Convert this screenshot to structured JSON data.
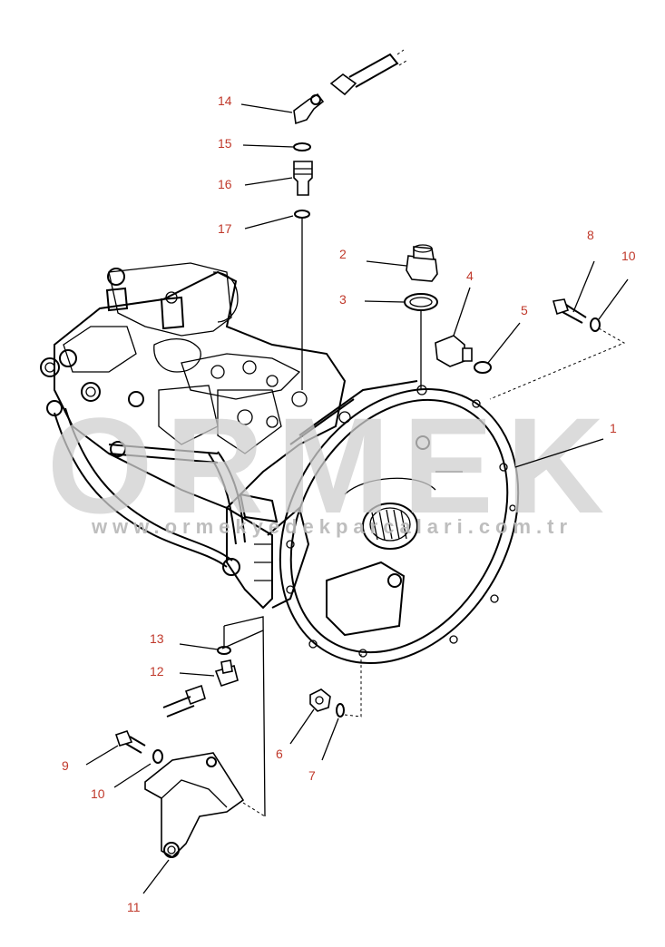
{
  "watermark": {
    "brand": "ORMEK",
    "url": "www.ormekyedekparcalari.com.tr"
  },
  "callouts": [
    {
      "id": "callout-14",
      "label": "14"
    },
    {
      "id": "callout-15",
      "label": "15"
    },
    {
      "id": "callout-16",
      "label": "16"
    },
    {
      "id": "callout-17",
      "label": "17"
    },
    {
      "id": "callout-2",
      "label": "2"
    },
    {
      "id": "callout-3",
      "label": "3"
    },
    {
      "id": "callout-4",
      "label": "4"
    },
    {
      "id": "callout-5",
      "label": "5"
    },
    {
      "id": "callout-8",
      "label": "8"
    },
    {
      "id": "callout-10a",
      "label": "10"
    },
    {
      "id": "callout-1",
      "label": "1"
    },
    {
      "id": "callout-13",
      "label": "13"
    },
    {
      "id": "callout-12",
      "label": "12"
    },
    {
      "id": "callout-9",
      "label": "9"
    },
    {
      "id": "callout-10b",
      "label": "10"
    },
    {
      "id": "callout-6",
      "label": "6"
    },
    {
      "id": "callout-7",
      "label": "7"
    },
    {
      "id": "callout-11",
      "label": "11"
    }
  ],
  "colors": {
    "callout": "#c0392b",
    "linework": "#000000",
    "watermark": "#cfcfcf"
  }
}
